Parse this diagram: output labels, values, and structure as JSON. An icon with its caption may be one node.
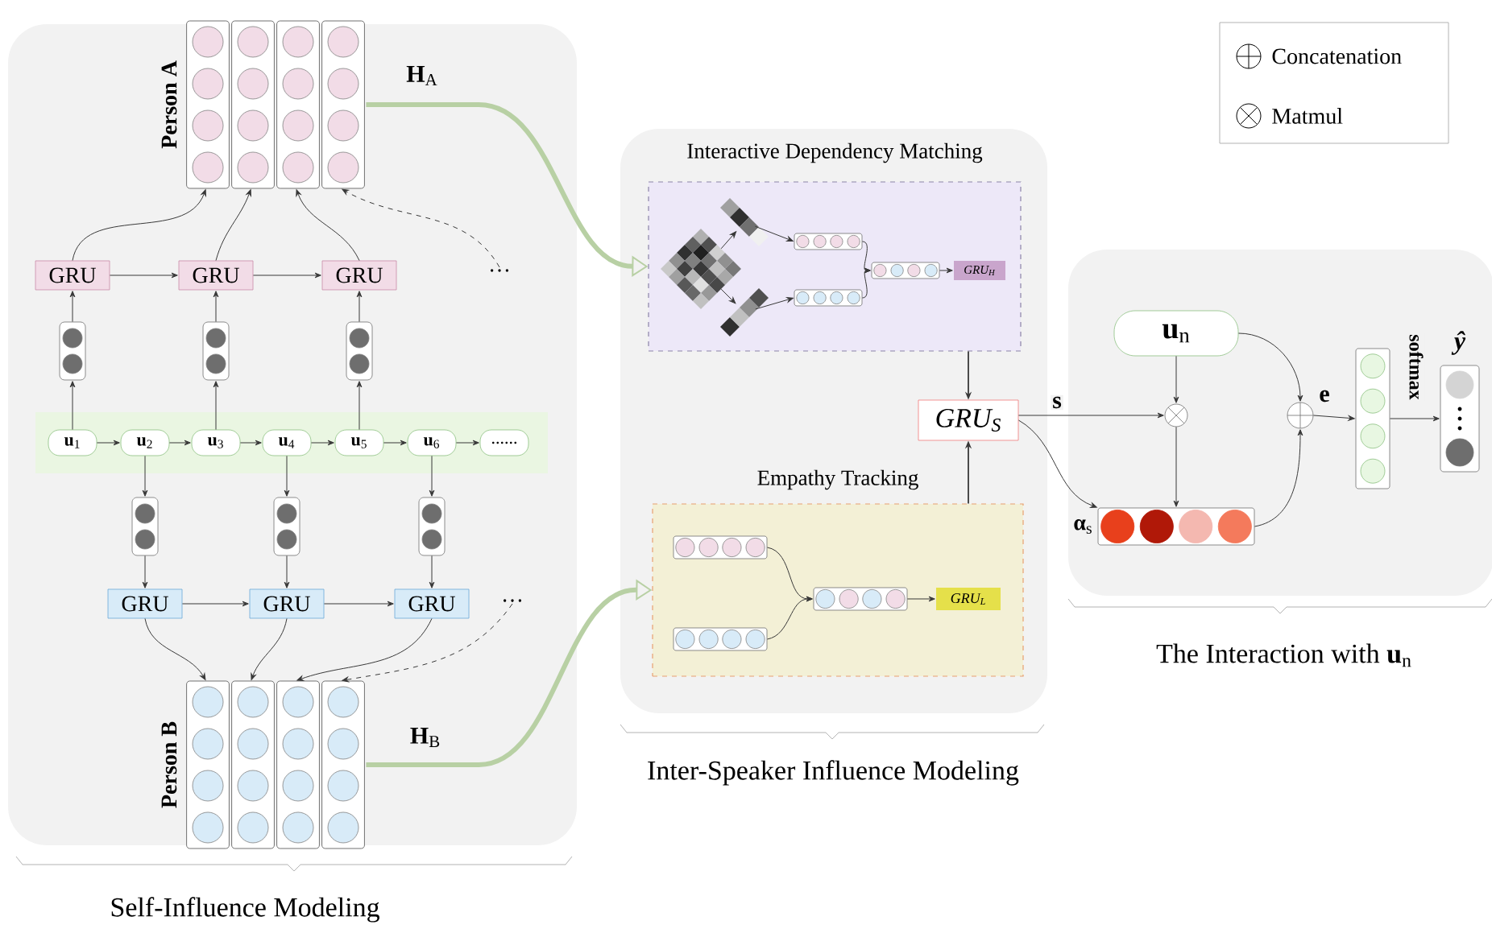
{
  "diagram": {
    "nodes": [
      {
        "text": [
          "Self-Influence Modeling"
        ]
      },
      {
        "text": [
          "Person A"
        ],
        "in": 0
      },
      {
        "text": [
          "Person B"
        ],
        "in": 0
      },
      {
        "text": [],
        "shape": "box",
        "in": 0
      },
      {
        "text": [
          "**u**$_{1}$"
        ],
        "in": 3
      },
      {
        "text": [
          "**u**$_{2}$"
        ],
        "in": 3
      },
      {
        "text": [
          "**u**$_{3}$"
        ],
        "in": 3
      },
      {
        "text": [
          "**u**$_{4}$"
        ],
        "in": 3
      },
      {
        "text": [
          "**u**$_{5}$"
        ],
        "in": 3
      },
      {
        "text": [
          "**u**$_{6}$"
        ],
        "in": 3
      },
      {
        "text": [
          "......"
        ],
        "in": 3
      },
      {
        "text": [
          "GRU"
        ],
        "in": 0
      },
      {
        "text": [
          "GRU"
        ],
        "in": 0
      },
      {
        "text": [
          "GRU"
        ],
        "in": 0
      },
      {
        "text": [
          "GRU"
        ],
        "in": 0
      },
      {
        "text": [
          "GRU"
        ],
        "in": 0
      },
      {
        "text": [
          "GRU"
        ],
        "in": 0
      },
      {
        "text": [],
        "shape": "box",
        "in": 0
      },
      {
        "text": [],
        "shape": "box",
        "in": 0
      },
      {
        "text": [],
        "shape": "box",
        "in": 0
      },
      {
        "text": [],
        "shape": "box",
        "in": 0
      },
      {
        "text": [],
        "shape": "box",
        "in": 0
      },
      {
        "text": [],
        "shape": "box",
        "in": 0
      },
      {
        "text": [
          "…"
        ],
        "in": 0
      },
      {
        "text": [
          "…"
        ],
        "in": 0
      },
      {
        "text": [
          "Inter-Speaker Influence Modeling"
        ]
      },
      {
        "text": [
          "Interactive Dependency Matching"
        ],
        "in": 25
      },
      {
        "text": [
          "Empathy Tracking"
        ],
        "in": 25
      },
      {
        "text": [
          "GRU$_{S}$"
        ],
        "in": 25
      },
      {
        "text": [],
        "shape": "picture",
        "in": 26
      },
      {
        "text": [],
        "shape": "picture",
        "in": 26
      },
      {
        "text": [],
        "shape": "picture",
        "in": 26
      },
      {
        "text": [],
        "shape": "box",
        "in": 26
      },
      {
        "text": [],
        "shape": "box",
        "in": 26
      },
      {
        "text": [],
        "shape": "box",
        "in": 26
      },
      {
        "text": [
          "GRU$_{H}$"
        ],
        "in": 26
      },
      {
        "text": [],
        "shape": "box",
        "in": 27
      },
      {
        "text": [],
        "shape": "box",
        "in": 27
      },
      {
        "text": [],
        "shape": "box",
        "in": 27
      },
      {
        "text": [
          "GRU$_{L}$"
        ],
        "in": 27
      },
      {
        "text": [
          "The Interaction with **u**$_{n}$"
        ]
      },
      {
        "text": [
          "**u**$_{n}$"
        ],
        "in": 40
      },
      {
        "text": [],
        "shape": "circle",
        "in": 40
      },
      {
        "text": [],
        "shape": "circle",
        "in": 40
      },
      {
        "text": [],
        "shape": "box",
        "in": 40,
        "beside": [
          "**α**$_{s}$"
        ]
      },
      {
        "text": [],
        "shape": "box",
        "in": 40
      },
      {
        "text": [],
        "shape": "box",
        "in": 40,
        "beside": [
          "ŷ"
        ]
      }
    ],
    "edges": [
      {
        "from": 4,
        "to": 5,
        "arrow": "to"
      },
      {
        "from": 5,
        "to": 6,
        "arrow": "to"
      },
      {
        "from": 6,
        "to": 7,
        "arrow": "to"
      },
      {
        "from": 7,
        "to": 8,
        "arrow": "to"
      },
      {
        "from": 8,
        "to": 9,
        "arrow": "to"
      },
      {
        "from": 9,
        "to": 10,
        "arrow": "to"
      },
      {
        "from": 4,
        "to": 17,
        "arrow": "to"
      },
      {
        "from": 6,
        "to": 18,
        "arrow": "to"
      },
      {
        "from": 8,
        "to": 19,
        "arrow": "to"
      },
      {
        "from": 17,
        "to": 11,
        "arrow": "to"
      },
      {
        "from": 18,
        "to": 12,
        "arrow": "to"
      },
      {
        "from": 19,
        "to": 13,
        "arrow": "to"
      },
      {
        "from": 11,
        "to": 12,
        "arrow": "to"
      },
      {
        "from": 12,
        "to": 13,
        "arrow": "to"
      },
      {
        "from": 11,
        "to": 1,
        "arrow": "to"
      },
      {
        "from": 12,
        "to": 1,
        "arrow": "to"
      },
      {
        "from": 13,
        "to": 1,
        "arrow": "to"
      },
      {
        "from": 23,
        "to": 1,
        "arrow": "to",
        "style": "dashed"
      },
      {
        "from": 5,
        "to": 20,
        "arrow": "to"
      },
      {
        "from": 7,
        "to": 21,
        "arrow": "to"
      },
      {
        "from": 9,
        "to": 22,
        "arrow": "to"
      },
      {
        "from": 20,
        "to": 14,
        "arrow": "to"
      },
      {
        "from": 21,
        "to": 15,
        "arrow": "to"
      },
      {
        "from": 22,
        "to": 16,
        "arrow": "to"
      },
      {
        "from": 14,
        "to": 15,
        "arrow": "to"
      },
      {
        "from": 15,
        "to": 16,
        "arrow": "to"
      },
      {
        "from": 14,
        "to": 2,
        "arrow": "to"
      },
      {
        "from": 15,
        "to": 2,
        "arrow": "to"
      },
      {
        "from": 16,
        "to": 2,
        "arrow": "to"
      },
      {
        "from": 24,
        "to": 2,
        "arrow": "to",
        "style": "dashed"
      },
      {
        "from": 1,
        "to": 26,
        "arrow": "to",
        "label": "**H**$_{A}$",
        "style": "thick",
        "color": "#b8d0a4"
      },
      {
        "from": 2,
        "to": 27,
        "arrow": "to",
        "label": "**H**$_{B}$",
        "style": "thick",
        "color": "#b8d0a4"
      },
      {
        "from": 29,
        "to": 30,
        "arrow": "to"
      },
      {
        "from": 29,
        "to": 31,
        "arrow": "to"
      },
      {
        "from": 30,
        "to": 32,
        "arrow": "to"
      },
      {
        "from": 31,
        "to": 33,
        "arrow": "to"
      },
      {
        "from": 32,
        "to": 34,
        "arrow": "to"
      },
      {
        "from": 33,
        "to": 34,
        "arrow": "to"
      },
      {
        "from": 34,
        "to": 35,
        "arrow": "to"
      },
      {
        "from": 36,
        "to": 38,
        "arrow": "to"
      },
      {
        "from": 37,
        "to": 38,
        "arrow": "to"
      },
      {
        "from": 38,
        "to": 39,
        "arrow": "to"
      },
      {
        "from": 26,
        "to": 28,
        "arrow": "to"
      },
      {
        "from": 27,
        "to": 28,
        "arrow": "to"
      },
      {
        "from": 28,
        "to": 42,
        "arrow": "to",
        "label": "**s**"
      },
      {
        "from": 28,
        "to": 44,
        "arrow": "to"
      },
      {
        "from": 41,
        "to": 42,
        "arrow": "to"
      },
      {
        "from": 42,
        "to": 44,
        "arrow": "to"
      },
      {
        "from": 41,
        "to": 43,
        "arrow": "to"
      },
      {
        "from": 44,
        "to": 43,
        "arrow": "to"
      },
      {
        "from": 43,
        "to": 45,
        "arrow": "to",
        "label": "**e**"
      },
      {
        "from": 45,
        "to": 46,
        "arrow": "to",
        "label": "**softmax**"
      }
    ],
    "legend": [
      {
        "text": "Concatenation"
      },
      {
        "text": "Matmul"
      }
    ]
  }
}
